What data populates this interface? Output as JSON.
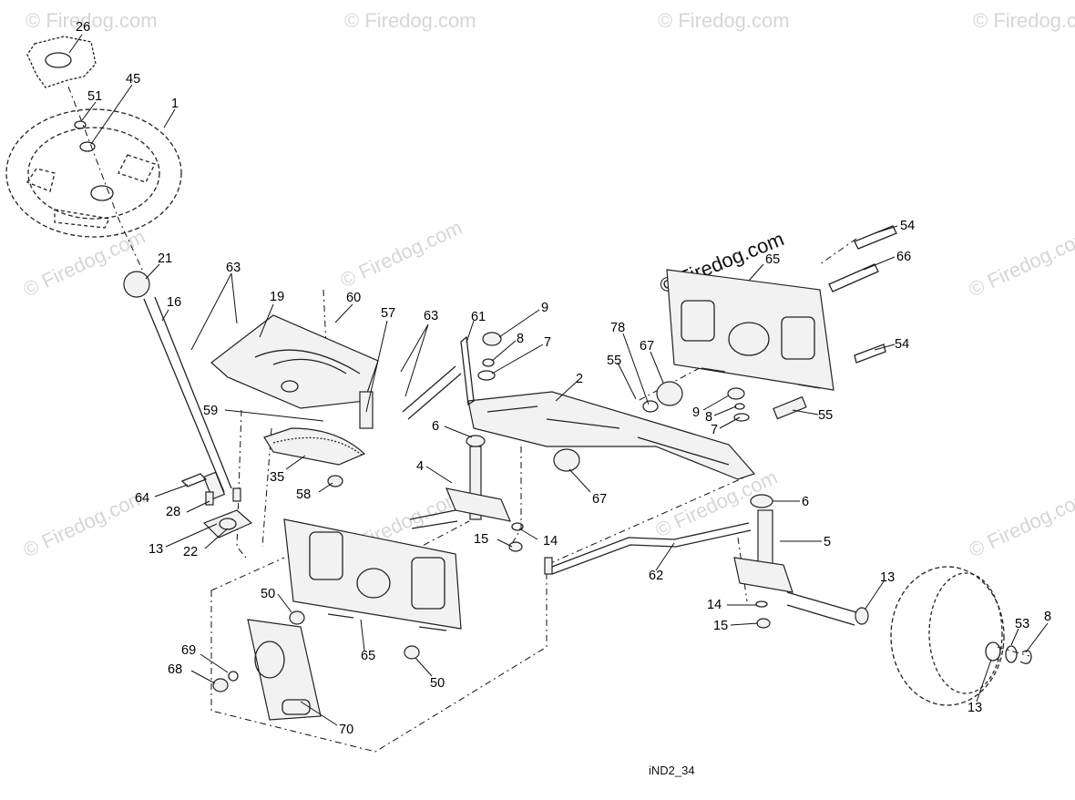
{
  "diagram": {
    "caption": "iND2_34",
    "watermark_main": "© Firedog.com",
    "watermark_faint": "© Firedog.com",
    "callouts": [
      {
        "id": "c-26",
        "label": "26"
      },
      {
        "id": "c-45",
        "label": "45"
      },
      {
        "id": "c-51",
        "label": "51"
      },
      {
        "id": "c-1",
        "label": "1"
      },
      {
        "id": "c-21",
        "label": "21"
      },
      {
        "id": "c-16",
        "label": "16"
      },
      {
        "id": "c-63a",
        "label": "63"
      },
      {
        "id": "c-19",
        "label": "19"
      },
      {
        "id": "c-60",
        "label": "60"
      },
      {
        "id": "c-57",
        "label": "57"
      },
      {
        "id": "c-63b",
        "label": "63"
      },
      {
        "id": "c-59",
        "label": "59"
      },
      {
        "id": "c-35",
        "label": "35"
      },
      {
        "id": "c-58",
        "label": "58"
      },
      {
        "id": "c-64",
        "label": "64"
      },
      {
        "id": "c-28",
        "label": "28"
      },
      {
        "id": "c-13a",
        "label": "13"
      },
      {
        "id": "c-22",
        "label": "22"
      },
      {
        "id": "c-61",
        "label": "61"
      },
      {
        "id": "c-9a",
        "label": "9"
      },
      {
        "id": "c-8a",
        "label": "8"
      },
      {
        "id": "c-7a",
        "label": "7"
      },
      {
        "id": "c-78",
        "label": "78"
      },
      {
        "id": "c-55a",
        "label": "55"
      },
      {
        "id": "c-2",
        "label": "2"
      },
      {
        "id": "c-67a",
        "label": "67"
      },
      {
        "id": "c-6a",
        "label": "6"
      },
      {
        "id": "c-4",
        "label": "4"
      },
      {
        "id": "c-67b",
        "label": "67"
      },
      {
        "id": "c-15a",
        "label": "15"
      },
      {
        "id": "c-14a",
        "label": "14"
      },
      {
        "id": "c-65a",
        "label": "65"
      },
      {
        "id": "c-54a",
        "label": "54"
      },
      {
        "id": "c-66",
        "label": "66"
      },
      {
        "id": "c-54b",
        "label": "54"
      },
      {
        "id": "c-9b",
        "label": "9"
      },
      {
        "id": "c-8b",
        "label": "8"
      },
      {
        "id": "c-7b",
        "label": "7"
      },
      {
        "id": "c-55b",
        "label": "55"
      },
      {
        "id": "c-6b",
        "label": "6"
      },
      {
        "id": "c-5",
        "label": "5"
      },
      {
        "id": "c-62",
        "label": "62"
      },
      {
        "id": "c-13b",
        "label": "13"
      },
      {
        "id": "c-14b",
        "label": "14"
      },
      {
        "id": "c-15b",
        "label": "15"
      },
      {
        "id": "c-53",
        "label": "53"
      },
      {
        "id": "c-8c",
        "label": "8"
      },
      {
        "id": "c-13c",
        "label": "13"
      },
      {
        "id": "c-50a",
        "label": "50"
      },
      {
        "id": "c-65b",
        "label": "65"
      },
      {
        "id": "c-69",
        "label": "69"
      },
      {
        "id": "c-68",
        "label": "68"
      },
      {
        "id": "c-50b",
        "label": "50"
      },
      {
        "id": "c-70",
        "label": "70"
      }
    ]
  }
}
